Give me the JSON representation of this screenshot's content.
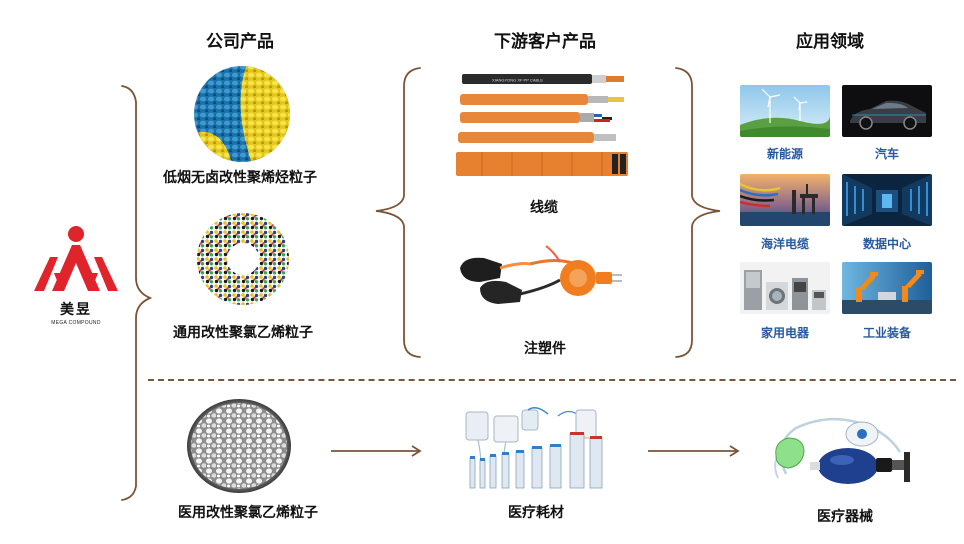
{
  "headers": {
    "company_products": "公司产品",
    "downstream_products": "下游客户产品",
    "application_fields": "应用领域"
  },
  "logo": {
    "name": "美昱",
    "subtitle": "MEGA COMPOUND",
    "color": "#e0242b"
  },
  "company_products": [
    "低烟无卤改性聚烯烃粒子",
    "通用改性聚氯乙烯粒子",
    "医用改性聚氯乙烯粒子"
  ],
  "downstream_products": {
    "cable": "线缆",
    "injection": "注塑件",
    "medical_consumables": "医疗耗材"
  },
  "cable_print": "XIANGYONG XF PP CABLE",
  "applications": [
    "新能源",
    "汽车",
    "海洋电缆",
    "数据中心",
    "家用电器",
    "工业装备"
  ],
  "medical_application": "医疗器械",
  "colors": {
    "bracket": "#7a5537",
    "app_label": "#2a5a9e",
    "logo_red": "#e0242b",
    "cable_orange": "#e8873a"
  }
}
